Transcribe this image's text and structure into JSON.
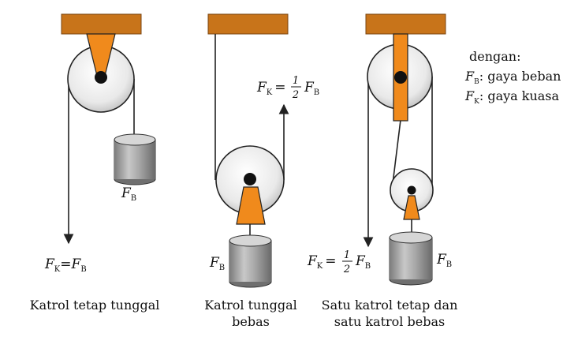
{
  "colors": {
    "ceiling": "#c8741a",
    "bracket": "#f08a1c",
    "pulley_face": "#eeeeee",
    "weight_body": "#9a9a9a",
    "weight_top": "#d6d6d6"
  },
  "legend": {
    "heading": "dengan:",
    "fb_symbol": "F",
    "fb_sub": "B",
    "fb_text": ": gaya beban",
    "fk_symbol": "F",
    "fk_sub": "K",
    "fk_text": ": gaya kuasa"
  },
  "systems": [
    {
      "caption_lines": [
        "Katrol tetap tunggal"
      ],
      "weight_label": {
        "symbol": "F",
        "sub": "B"
      },
      "force_eq": {
        "lhs": "F",
        "lhs_sub": "K",
        "eq": "=",
        "num": "",
        "den": "",
        "rhs": "F",
        "rhs_sub": "B"
      }
    },
    {
      "caption_lines": [
        "Katrol tunggal",
        "bebas"
      ],
      "weight_label": {
        "symbol": "F",
        "sub": "B"
      },
      "force_eq": {
        "lhs": "F",
        "lhs_sub": "K",
        "eq": "=",
        "num": "1",
        "den": "2",
        "rhs": "F",
        "rhs_sub": "B"
      }
    },
    {
      "caption_lines": [
        "Satu katrol tetap dan",
        "satu katrol bebas"
      ],
      "weight_label": {
        "symbol": "F",
        "sub": "B"
      },
      "force_eq": {
        "lhs": "F",
        "lhs_sub": "K",
        "eq": "=",
        "num": "1",
        "den": "2",
        "rhs": "F",
        "rhs_sub": "B"
      }
    }
  ]
}
